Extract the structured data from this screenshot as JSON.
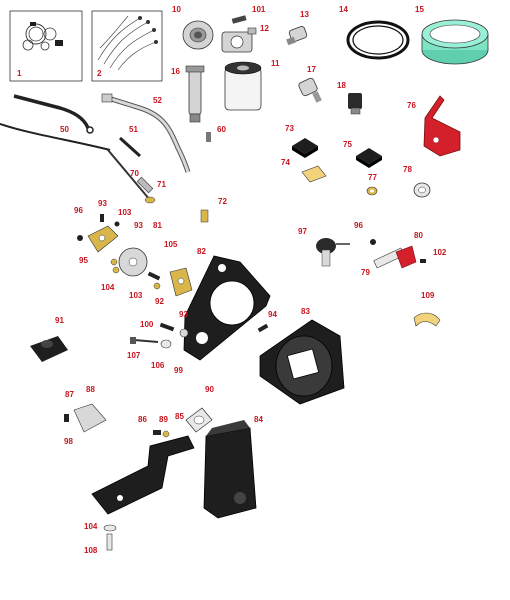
{
  "diagram": {
    "colors": {
      "callout": "#c8141e",
      "bracket_red": "#d4202a",
      "filter_element": "#7de3c3",
      "brass": "#d9b64a",
      "part_dark": "#1e1e1e",
      "part_light": "#d4d4d4"
    },
    "callouts": {
      "c1": "1",
      "c2": "2",
      "c10": "10",
      "c101": "101",
      "c12": "12",
      "c13": "13",
      "c14": "14",
      "c15": "15",
      "c16": "16",
      "c11": "11",
      "c17": "17",
      "c18": "18",
      "c52": "52",
      "c50": "50",
      "c51": "51",
      "c60": "60",
      "c76": "76",
      "c73": "73",
      "c75": "75",
      "c74": "74",
      "c77": "77",
      "c78": "78",
      "c70": "70",
      "c71": "71",
      "c96a": "96",
      "c93a": "93",
      "c103a": "103",
      "c93b": "93",
      "c81": "81",
      "c95": "95",
      "c72": "72",
      "c105": "105",
      "c104a": "104",
      "c103b": "103",
      "c92": "92",
      "c82": "82",
      "c93c": "93",
      "c97": "97",
      "c96b": "96",
      "c80": "80",
      "c102": "102",
      "c79": "79",
      "c109": "109",
      "c91": "91",
      "c100": "100",
      "c94": "94",
      "c83": "83",
      "c107": "107",
      "c106": "106",
      "c99": "99",
      "c87": "87",
      "c88": "88",
      "c90": "90",
      "c86": "86",
      "c89": "89",
      "c85": "85",
      "c84": "84",
      "c98": "98",
      "c104b": "104",
      "c108": "108"
    }
  }
}
